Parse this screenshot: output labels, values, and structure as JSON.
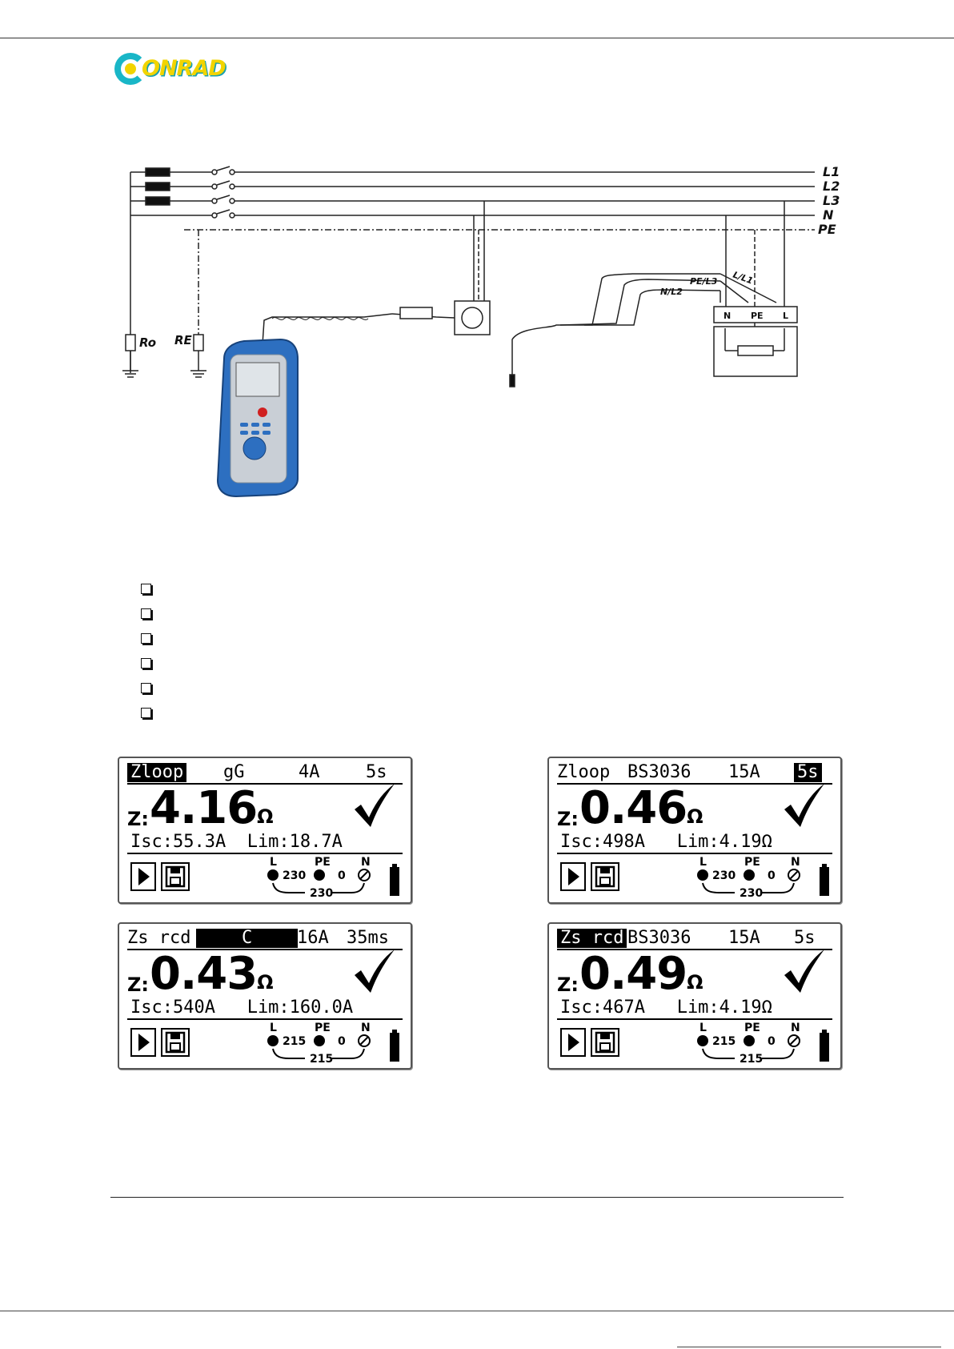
{
  "logo": {
    "text": "ONRAD"
  },
  "diagram": {
    "lines": [
      "L1",
      "L2",
      "L3",
      "N",
      "PE"
    ],
    "resistors": [
      "Ro",
      "RE"
    ],
    "cable_labels": [
      "PE/L3",
      "N/L2",
      "L/L1"
    ],
    "terminals": [
      "N",
      "PE",
      "L"
    ]
  },
  "checklist_count": 6,
  "screens": [
    {
      "header": [
        {
          "text": "Zloop",
          "inverted": true
        },
        {
          "text": "gG",
          "inverted": false
        },
        {
          "text": "4A",
          "inverted": false
        },
        {
          "text": "5s",
          "inverted": false
        }
      ],
      "z_label": "Z:",
      "z_value": "4.16",
      "unit": "Ω",
      "isc_line": "Isc:55.3A  Lim:18.7A",
      "terminals": {
        "L": "L",
        "PE": "PE",
        "N": "N",
        "v_lpe": "230",
        "v_pen": "0",
        "v_ln": "230"
      }
    },
    {
      "header": [
        {
          "text": "Zloop",
          "inverted": false
        },
        {
          "text": "BS3036",
          "inverted": false
        },
        {
          "text": "15A",
          "inverted": false
        },
        {
          "text": "5s",
          "inverted": true
        }
      ],
      "z_label": "Z:",
      "z_value": "0.46",
      "unit": "Ω",
      "isc_line": "Isc:498A   Lim:4.19Ω",
      "terminals": {
        "L": "L",
        "PE": "PE",
        "N": "N",
        "v_lpe": "230",
        "v_pen": "0",
        "v_ln": "230"
      }
    },
    {
      "header": [
        {
          "text": "Zs rcd",
          "inverted": false
        },
        {
          "text": "    C    ",
          "inverted": true
        },
        {
          "text": "16A",
          "inverted": false
        },
        {
          "text": "35ms",
          "inverted": false
        }
      ],
      "z_label": "Z:",
      "z_value": "0.43",
      "unit": "Ω",
      "isc_line": "Isc:540A   Lim:160.0A",
      "terminals": {
        "L": "L",
        "PE": "PE",
        "N": "N",
        "v_lpe": "215",
        "v_pen": "0",
        "v_ln": "215"
      }
    },
    {
      "header": [
        {
          "text": "Zs rcd",
          "inverted": true
        },
        {
          "text": "BS3036",
          "inverted": false
        },
        {
          "text": "15A",
          "inverted": false
        },
        {
          "text": "5s",
          "inverted": false
        }
      ],
      "z_label": "Z:",
      "z_value": "0.49",
      "unit": "Ω",
      "isc_line": "Isc:467A   Lim:4.19Ω",
      "terminals": {
        "L": "L",
        "PE": "PE",
        "N": "N",
        "v_lpe": "215",
        "v_pen": "0",
        "v_ln": "215"
      }
    }
  ]
}
